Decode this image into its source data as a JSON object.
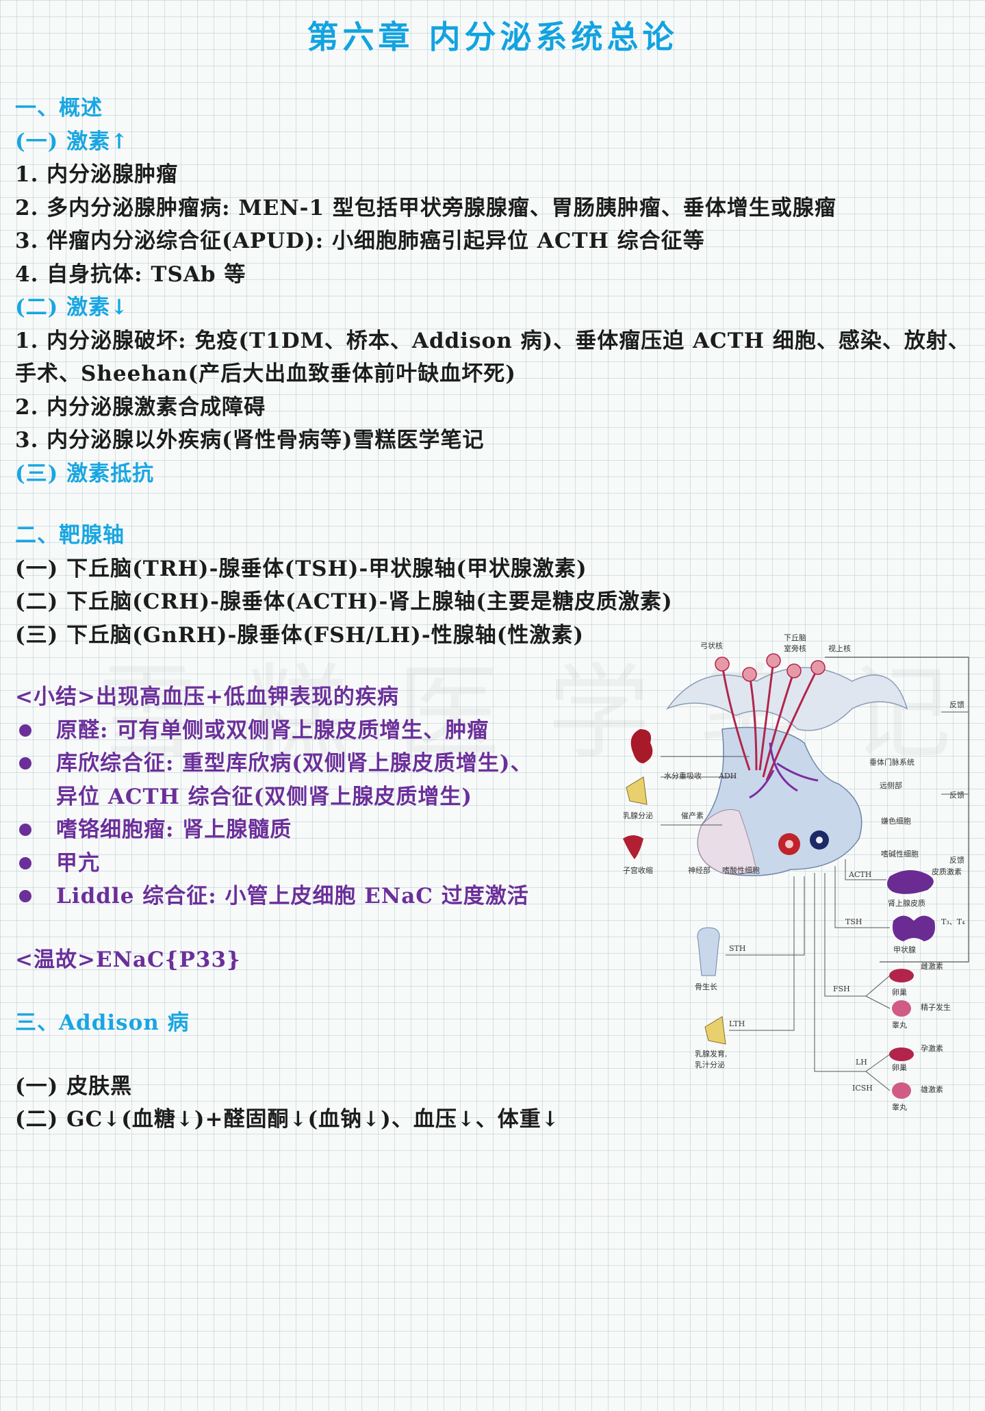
{
  "title": "第六章  内分泌系统总论",
  "watermark": "雪糕医学笔记",
  "lines": {
    "s1_heading": "一、概述",
    "s1_sub1": "(一) 激素↑",
    "s1_sub1_i1": "1.  内分泌腺肿瘤",
    "s1_sub1_i2": "2.  多内分泌腺肿瘤病: MEN-1 型包括甲状旁腺腺瘤、胃肠胰肿瘤、垂体增生或腺瘤",
    "s1_sub1_i3": "3.  伴瘤内分泌综合征(APUD): 小细胞肺癌引起异位 ACTH 综合征等",
    "s1_sub1_i4": "4.  自身抗体: TSAb 等",
    "s1_sub2": "(二) 激素↓",
    "s1_sub2_i1": "1.  内分泌腺破坏: 免疫(T1DM、桥本、Addison 病)、垂体瘤压迫 ACTH 细胞、感染、放射、手术、Sheehan(产后大出血致垂体前叶缺血坏死)",
    "s1_sub2_i2": "2.  内分泌腺激素合成障碍",
    "s1_sub2_i3": "3.  内分泌腺以外疾病(肾性骨病等)雪糕医学笔记",
    "s1_sub3": "(三) 激素抵抗",
    "s2_heading": "二、靶腺轴",
    "s2_i1": "(一) 下丘脑(TRH)-腺垂体(TSH)-甲状腺轴(甲状腺激素)",
    "s2_i2": "(二) 下丘脑(CRH)-腺垂体(ACTH)-肾上腺轴(主要是糖皮质激素)",
    "s2_i3": "(三) 下丘脑(GnRH)-腺垂体(FSH/LH)-性腺轴(性激素)",
    "summary_title": "<小结>出现高血压+低血钾表现的疾病",
    "summary_b1": "原醛: 可有单侧或双侧肾上腺皮质增生、肿瘤",
    "summary_b2": "库欣综合征: 重型库欣病(双侧肾上腺皮质增生)、",
    "summary_b2_cont": "异位 ACTH 综合征(双侧肾上腺皮质增生)",
    "summary_b3": "嗜铬细胞瘤: 肾上腺髓质",
    "summary_b4": "甲亢",
    "summary_b5": "Liddle 综合征: 小管上皮细胞 ENaC 过度激活",
    "review": "<温故>ENaC{P33}",
    "s3_heading": "三、Addison 病",
    "s3_i1": "(一) 皮肤黑",
    "s3_i2": "(二) GC↓(血糖↓)+醛固酮↓(血钠↓)、血压↓、体重↓"
  },
  "figure": {
    "labels": {
      "arcuate": "弓状核",
      "hypothalamus": "下丘脑",
      "paraventricular": "室旁核",
      "supraoptic": "视上核",
      "feedback1": "反馈",
      "feedback2": "反馈",
      "feedback3": "反馈",
      "portal": "垂体门脉系统",
      "pars_distalis": "远侧部",
      "water": "水分重吸收",
      "adh": "ADH",
      "oxytocin": "催产素",
      "milk": "乳腺分泌",
      "uterus": "子宫收缩",
      "neural": "神经部",
      "acidophil": "嗜酸性细胞",
      "chromophobe": "嫌色细胞",
      "basophil": "嗜碱性细胞",
      "acth": "ACTH",
      "cortex_hormone": "皮质激素",
      "adrenal": "肾上腺皮质",
      "tsh": "TSH",
      "t3t4": "T₃、T₄",
      "thyroid": "甲状腺",
      "sth": "STH",
      "bone": "骨生长",
      "fsh": "FSH",
      "estrogen": "雌激素",
      "ovary1": "卵巢",
      "sperm": "精子发生",
      "testis1": "睾丸",
      "lth": "LTH",
      "breast_dev": "乳腺发育,",
      "milk_sec": "乳汁分泌",
      "lh": "LH",
      "icsh": "ICSH",
      "progesterone": "孕激素",
      "ovary2": "卵巢",
      "androgen": "雄激素",
      "testis2": "睾丸"
    }
  }
}
